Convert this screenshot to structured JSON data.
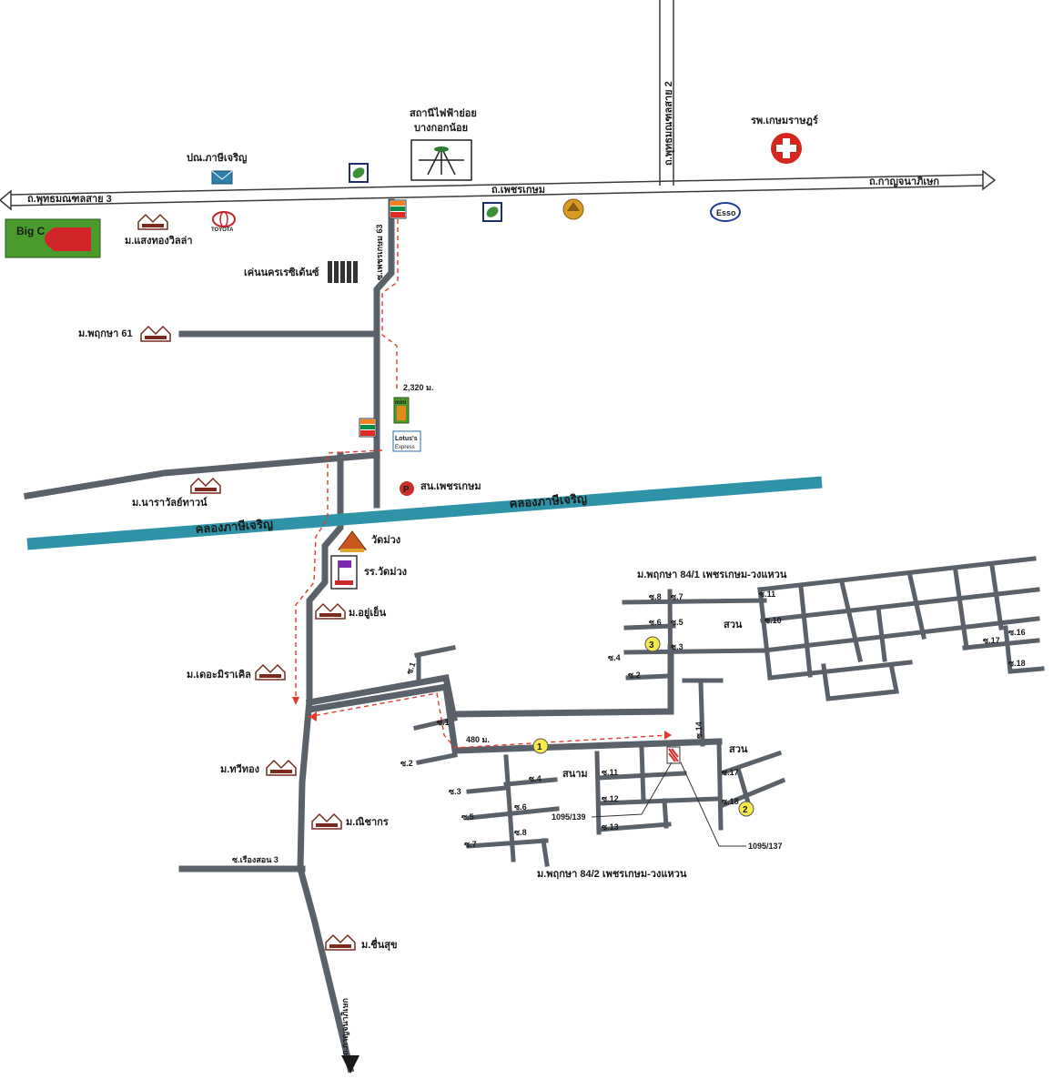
{
  "roads": {
    "phutthamonthon_sai3": "ถ.พุทธมณฑลสาย 3",
    "phetkasem": "ถ.เพชรเกษม",
    "kanchanaphisek": "ถ.กาญจนาภิเษก",
    "phutthamonthon_sai2": "ถ.พุทธมณฑลสาย 2",
    "soi_phetkasem63": "ซ.เพชรเกษม 63",
    "rueangsorn3": "ซ.เรืองสอน 3",
    "bottom_road": "ถ.กาญจนาภิเษก"
  },
  "landmarks": {
    "substation_line1": "สถานีไฟฟ้าย่อย",
    "substation_line2": "บางกอกน้อย",
    "post_office": "ปณ.ภาษีเจริญ",
    "hospital": "รพ.เกษมราษฎร์",
    "saengthong": "ม.แสงทองวิลล่า",
    "residence": "เค่นนครเรซิเด้นซ์",
    "pruksa61": "ม.พฤกษา 61",
    "distance_1": "2,320 ม.",
    "police": "สน.เพชรเกษม",
    "narawan": "ม.นาราวัลย์ทาวน์",
    "canal": "คลองภาษีเจริญ",
    "wat_muang": "วัดม่วง",
    "school": "รร.วัดม่วง",
    "yuyen": "ม.อยู่เย็น",
    "miracle": "ม.เดอะมิราเคิล",
    "thawithong": "ม.ทวีทอง",
    "nisakorn": "ม.ณิชากร",
    "chuensuk": "ม.ชื่นสุข",
    "pruksa84_1": "ม.พฤกษา 84/1 เพชรเกษม-วงแหวน",
    "pruksa84_2": "ม.พฤกษา 84/2 เพชรเกษม-วงแหวน",
    "distance_2": "480 ม.",
    "suan_1": "สวน",
    "suan_2": "สวน",
    "sanam": "สนาม",
    "plot_139": "1095/139",
    "plot_137": "1095/137"
  },
  "logos": {
    "bigc": "Big C",
    "toyota": "TOYOTA",
    "esso": "Esso",
    "mini_big_c": "mini",
    "lotus": "Lotus's",
    "lotus_sub": "Express",
    "police_letter": "P"
  },
  "markers": {
    "m1": "1",
    "m2": "2",
    "m3": "3"
  },
  "sois_upper": {
    "s8": "ซ.8",
    "s7": "ซ.7",
    "s6": "ซ.6",
    "s5": "ซ.5",
    "s4": "ซ.4",
    "s3": "ซ.3",
    "s2": "ซ.2",
    "s11": "ซ.11",
    "s10": "ซ.10",
    "s17": "ซ.17",
    "s16": "ซ.16",
    "s18": "ซ.18"
  },
  "sois_lower": {
    "s1a": "ซ.1",
    "s1b": "ซ.1",
    "s2": "ซ.2",
    "s3": "ซ.3",
    "s4": "ซ.4",
    "s5": "ซ.5",
    "s6": "ซ.6",
    "s7": "ซ.7",
    "s8": "ซ.8",
    "s11": "ซ.11",
    "s12": "ซ.12",
    "s13": "ซ.13",
    "s14": "ซ.14",
    "s17": "ซ.17",
    "s18": "ซ.18"
  },
  "colors": {
    "road": "#5b6168",
    "canal": "#2e93a6",
    "route": "#e23b2e",
    "marker": "#f6e94a"
  }
}
